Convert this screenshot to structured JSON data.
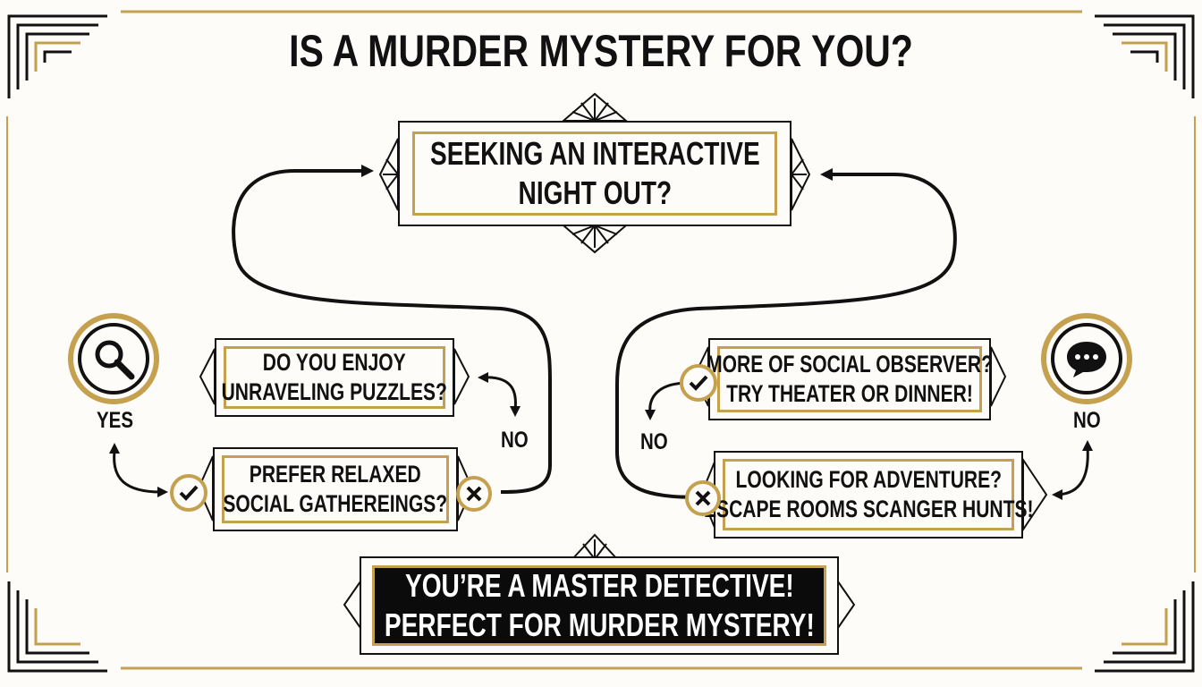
{
  "title": "IS A MURDER MYSTERY FOR YOU?",
  "colors": {
    "gold": "#c4a04f",
    "ink": "#111111",
    "background": "#fdfcf8",
    "final_fill": "#0b0b0b"
  },
  "nodes": {
    "start": {
      "lines": [
        "SEEKING AN INTERACTIVE",
        "NIGHT OUT?"
      ]
    },
    "puzzles": {
      "lines": [
        "DO YOU ENJOY",
        "UNRAVELING PUZZLES?"
      ]
    },
    "relaxed": {
      "lines": [
        "PREFER RELAXED",
        "SOCIAL GATHEREINGS?"
      ]
    },
    "observer": {
      "lines": [
        "MORE OF SOCIAL OBSERVER?",
        "TRY THEATER OR DINNER!"
      ]
    },
    "adventure": {
      "lines": [
        "LOOKING FOR ADVENTURE?",
        "ESCAPE ROOMS SCANGER HUNTS!"
      ]
    },
    "result": {
      "lines": [
        "YOU’RE A MASTER DETECTIVE!",
        "PERFECT FOR MURDER MYSTERY!"
      ]
    }
  },
  "labels": {
    "yes_left": "YES",
    "no_puzzles": "NO",
    "no_observer": "NO",
    "no_right": "NO"
  },
  "icons": {
    "left_badge": "magnifying-glass-icon",
    "right_badge": "speech-bubble-icon",
    "check": "check-icon",
    "cross": "x-icon"
  }
}
